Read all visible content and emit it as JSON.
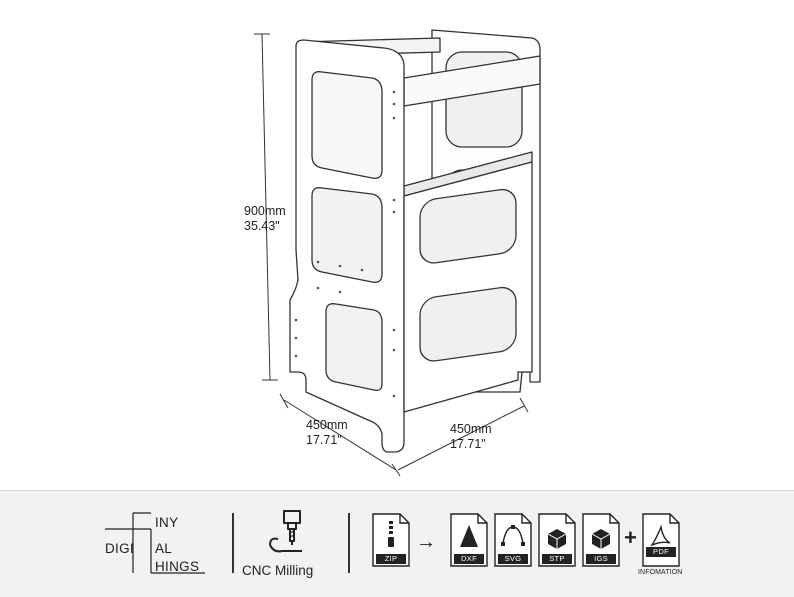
{
  "dimensions": {
    "height_mm": "900mm",
    "height_in": "35.43\"",
    "depth_mm": "450mm",
    "depth_in": "17.71\"",
    "width_mm": "450mm",
    "width_in": "17.71\""
  },
  "footer": {
    "logo": {
      "line1": "INY",
      "prefix": "DIGI",
      "line2": "AL",
      "line3": "HINGS"
    },
    "process_label": "CNC Milling",
    "formats": [
      "ZIP",
      "DXF",
      "SVG",
      "STP",
      "IGS",
      "PDF"
    ],
    "info_label": "INFOMATION"
  }
}
